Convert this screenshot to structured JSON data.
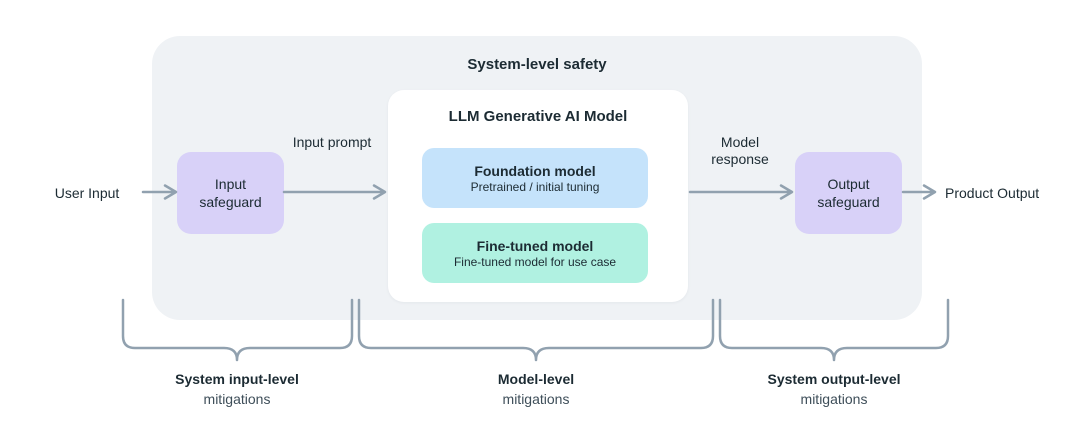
{
  "diagram": {
    "title": "System-level safety",
    "nodes": {
      "user_input": "User Input",
      "input_safeguard": "Input safeguard",
      "output_safeguard": "Output safeguard",
      "product_output": "Product Output"
    },
    "flow_labels": {
      "input_prompt": "Input prompt",
      "model_response": "Model response"
    },
    "model_card": {
      "title": "LLM Generative AI Model",
      "foundation_model": {
        "title": "Foundation model",
        "subtitle": "Pretrained / initial tuning"
      },
      "fine_tuned_model": {
        "title": "Fine-tuned model",
        "subtitle": "Fine-tuned model for use case"
      }
    },
    "braces": [
      {
        "title": "System input-level",
        "subtitle": "mitigations"
      },
      {
        "title": "Model-level",
        "subtitle": "mitigations"
      },
      {
        "title": "System output-level",
        "subtitle": "mitigations"
      }
    ],
    "colors": {
      "container-bg": "#EFF2F5",
      "safeguard-purple": "#D8D1F8",
      "foundation-blue": "#C5E3FB",
      "finetuned-mint": "#B0F1E1",
      "text-dark": "#1C2B33",
      "text-muted": "#3E4E59",
      "arrow-gray": "#91A1AF",
      "card-white": "#FFFFFF"
    }
  }
}
